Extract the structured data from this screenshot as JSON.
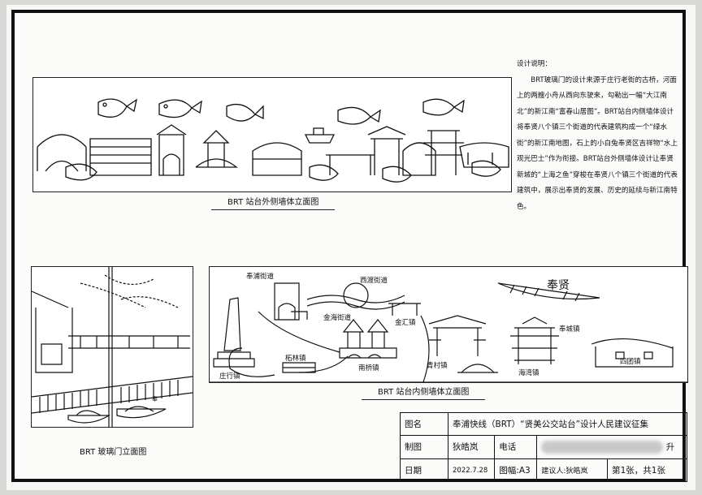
{
  "description": {
    "title": "设计说明：",
    "body": "BRT玻璃门的设计来源于庄行老街的古桥，河面上的两艘小舟从西向东驶来，勾勒出一幅“大江南北”的新江南“富春山居图”。BRT站台内侧墙体设计将奉贤八个镇三个街道的代表建筑构成一个“绿水街”的新江南地图，石上的小白兔奉贤区吉祥物“水上观光巴士”作为衔接。BRT站台外侧墙体设计让奉贤新城的“上海之鱼”穿梭在奉贤八个镇三个街道的代表建筑中，展示出奉贤的发展、历史的延续与新江南特色。"
  },
  "drawings": {
    "outer_wall_caption": "BRT 站台外侧墙体立面图",
    "inner_wall_caption": "BRT 站台内侧墙体立面图",
    "glass_door_caption": "BRT 玻璃门立面图",
    "inner_wall_labels": [
      "奉浦街道",
      "西渡街道",
      "金海街道",
      "金汇镇",
      "庄行镇",
      "柘林镇",
      "南桥镇",
      "青村镇",
      "海湾镇",
      "奉城镇",
      "四团镇",
      "奉贤"
    ],
    "glass_door_boat_sign": "奉"
  },
  "title_block": {
    "name_label": "图名",
    "name_value": "奉浦快线（BRT）“贤美公交站台”设计人民建议征集",
    "drawer_label": "制图",
    "drawer_value": "狄皓岚",
    "phone_label": "电话",
    "phone_suffix": "升",
    "date_label": "日期",
    "date_value": "2022.7.28",
    "size_value": "图幅:A3",
    "proposer_value": "建议人:狄皓岚",
    "sheet_value": "第1张，共1张"
  }
}
